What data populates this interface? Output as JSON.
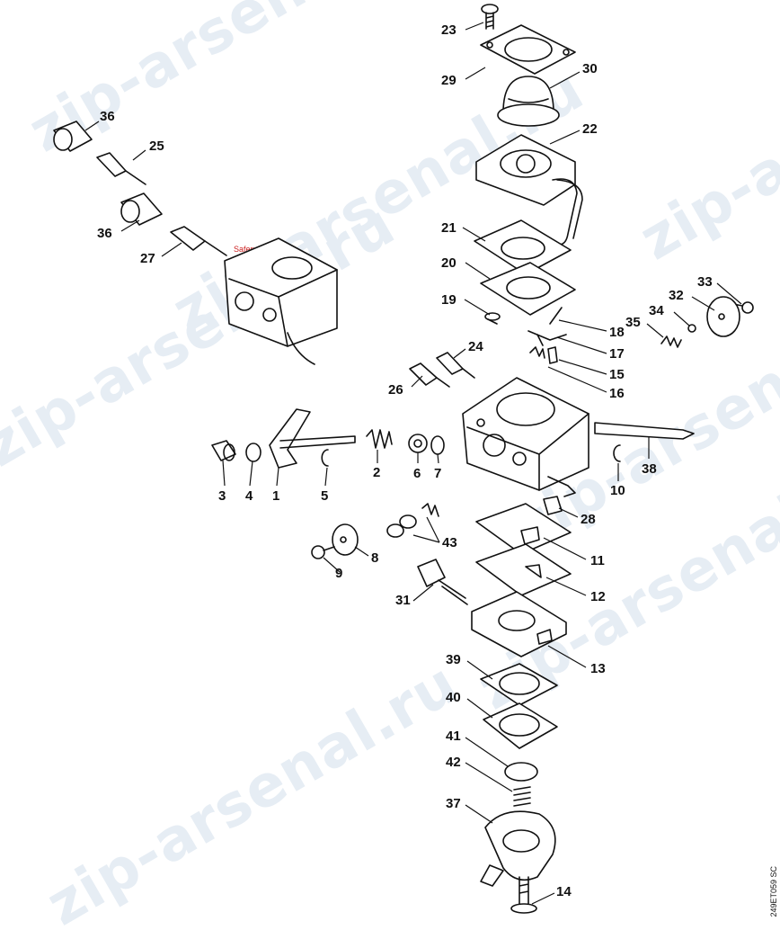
{
  "watermark_text": "zip-arsenal.ru",
  "drawing_code": "249ET059 SC",
  "logo_text": "Safepp.ru",
  "parts": [
    {
      "num": "23"
    },
    {
      "num": "29"
    },
    {
      "num": "30"
    },
    {
      "num": "22"
    },
    {
      "num": "36"
    },
    {
      "num": "25"
    },
    {
      "num": "36"
    },
    {
      "num": "27"
    },
    {
      "num": "21"
    },
    {
      "num": "20"
    },
    {
      "num": "19"
    },
    {
      "num": "33"
    },
    {
      "num": "32"
    },
    {
      "num": "34"
    },
    {
      "num": "35"
    },
    {
      "num": "18"
    },
    {
      "num": "17"
    },
    {
      "num": "24"
    },
    {
      "num": "15"
    },
    {
      "num": "26"
    },
    {
      "num": "16"
    },
    {
      "num": "3"
    },
    {
      "num": "4"
    },
    {
      "num": "1"
    },
    {
      "num": "5"
    },
    {
      "num": "2"
    },
    {
      "num": "6"
    },
    {
      "num": "7"
    },
    {
      "num": "38"
    },
    {
      "num": "10"
    },
    {
      "num": "28"
    },
    {
      "num": "43"
    },
    {
      "num": "8"
    },
    {
      "num": "9"
    },
    {
      "num": "11"
    },
    {
      "num": "12"
    },
    {
      "num": "31"
    },
    {
      "num": "13"
    },
    {
      "num": "39"
    },
    {
      "num": "40"
    },
    {
      "num": "41"
    },
    {
      "num": "42"
    },
    {
      "num": "37"
    },
    {
      "num": "14"
    }
  ],
  "colors": {
    "line": "#111111",
    "watermark": "#e6edf4",
    "background": "#ffffff"
  }
}
